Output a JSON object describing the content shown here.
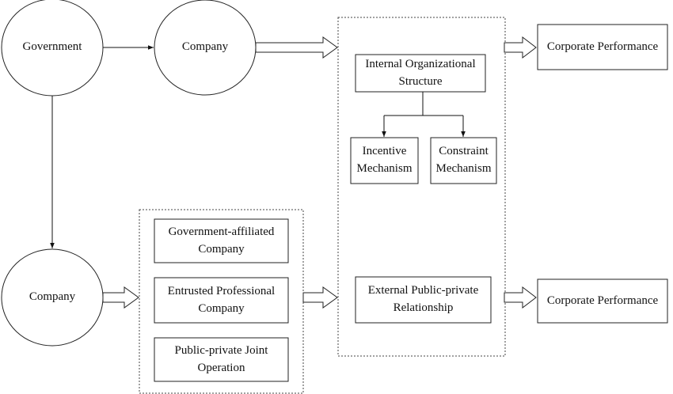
{
  "nodes": {
    "government": "Government",
    "company_top": "Company",
    "company_bottom": "Company",
    "internal_structure": "Internal Organizational\nStructure",
    "incentive": "Incentive\nMechanism",
    "constraint": "Constraint\nMechanism",
    "external_relationship": "External Public-private\nRelationship",
    "gov_affiliated": "Government-affiliated\nCompany",
    "entrusted_professional": "Entrusted Professional\nCompany",
    "public_private_joint": "Public-private Joint\nOperation",
    "performance_top": "Corporate Performance",
    "performance_bottom": "Corporate Performance"
  }
}
